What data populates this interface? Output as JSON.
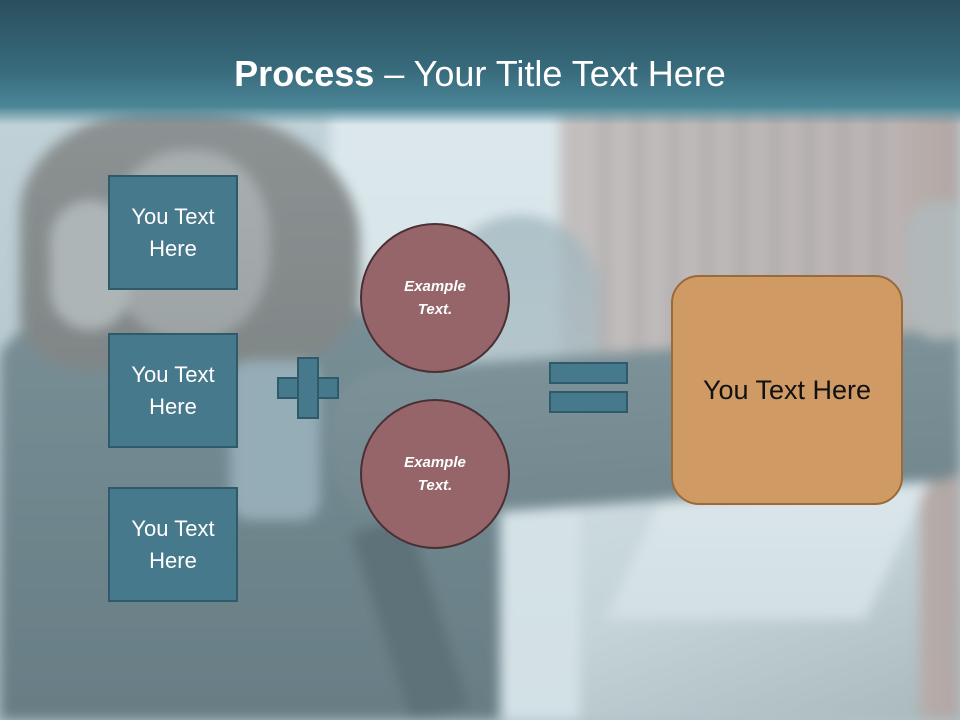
{
  "title": {
    "bold_part": "Process",
    "rest": " – Your Title Text Here"
  },
  "left_boxes": [
    {
      "label": "You Text Here"
    },
    {
      "label": "You Text Here"
    },
    {
      "label": "You Text Here"
    }
  ],
  "circles": [
    {
      "label": "Example Text."
    },
    {
      "label": "Example Text."
    }
  ],
  "result": {
    "label": "You Text Here"
  },
  "colors": {
    "title_bar": "#376a7b",
    "teal_shape": "#46798b",
    "circle_fill": "#95656a",
    "result_fill": "#d09a65"
  },
  "icons": {
    "plus": "plus-icon",
    "equals": "equals-icon"
  }
}
